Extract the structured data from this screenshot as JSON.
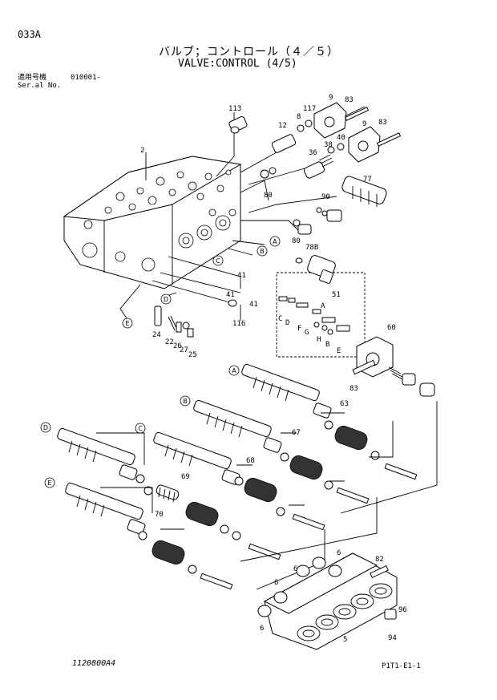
{
  "header": {
    "page_code": "033A",
    "title_jp": "バルブ；コントロール（４／５）",
    "title_en": "VALVE:CONTROL (4/5)",
    "serial_label_jp": "適用号機",
    "serial_label_en": "Ser.al No.",
    "serial_value": "010001-"
  },
  "footer": {
    "drawing_no": "1120800A4",
    "ref_code": "P1T1-E1-1"
  },
  "callouts": [
    {
      "id": "A",
      "label": "A"
    },
    {
      "id": "B",
      "label": "B"
    },
    {
      "id": "C",
      "label": "C"
    },
    {
      "id": "D",
      "label": "D"
    },
    {
      "id": "E",
      "label": "E"
    },
    {
      "id": "A2",
      "label": "A"
    },
    {
      "id": "B2",
      "label": "B"
    },
    {
      "id": "C2",
      "label": "C"
    },
    {
      "id": "D2",
      "label": "D"
    },
    {
      "id": "E2",
      "label": "E"
    }
  ],
  "part_numbers": [
    {
      "id": "p113",
      "label": "113"
    },
    {
      "id": "p2",
      "label": "2"
    },
    {
      "id": "p12",
      "label": "12"
    },
    {
      "id": "p8",
      "label": "8"
    },
    {
      "id": "p117",
      "label": "117"
    },
    {
      "id": "p9a",
      "label": "9"
    },
    {
      "id": "p83a",
      "label": "83"
    },
    {
      "id": "p9b",
      "label": "9"
    },
    {
      "id": "p83b",
      "label": "83"
    },
    {
      "id": "p40",
      "label": "40"
    },
    {
      "id": "p38",
      "label": "38"
    },
    {
      "id": "p36",
      "label": "36"
    },
    {
      "id": "p80a",
      "label": "80"
    },
    {
      "id": "p77",
      "label": "77"
    },
    {
      "id": "p90",
      "label": "90"
    },
    {
      "id": "p80b",
      "label": "80"
    },
    {
      "id": "p78b",
      "label": "78B"
    },
    {
      "id": "p41a",
      "label": "41"
    },
    {
      "id": "p41b",
      "label": "41"
    },
    {
      "id": "p41c",
      "label": "41"
    },
    {
      "id": "p51",
      "label": "51"
    },
    {
      "id": "p116",
      "label": "116"
    },
    {
      "id": "p24",
      "label": "24"
    },
    {
      "id": "p22",
      "label": "22"
    },
    {
      "id": "p26",
      "label": "26"
    },
    {
      "id": "p27",
      "label": "27"
    },
    {
      "id": "p25",
      "label": "25"
    },
    {
      "id": "p60",
      "label": "60"
    },
    {
      "id": "p83c",
      "label": "83"
    },
    {
      "id": "p63",
      "label": "63"
    },
    {
      "id": "p67",
      "label": "67"
    },
    {
      "id": "p68",
      "label": "68"
    },
    {
      "id": "p69",
      "label": "69"
    },
    {
      "id": "p70",
      "label": "70"
    },
    {
      "id": "p82",
      "label": "82"
    },
    {
      "id": "p6a",
      "label": "6"
    },
    {
      "id": "p6b",
      "label": "6"
    },
    {
      "id": "p6c",
      "label": "6"
    },
    {
      "id": "p6d",
      "label": "6"
    },
    {
      "id": "p96",
      "label": "96"
    },
    {
      "id": "p94",
      "label": "94"
    },
    {
      "id": "p5",
      "label": "5"
    }
  ],
  "sub_letters": [
    {
      "id": "sA",
      "label": "A"
    },
    {
      "id": "sC",
      "label": "C"
    },
    {
      "id": "sD",
      "label": "D"
    },
    {
      "id": "sF",
      "label": "F"
    },
    {
      "id": "sG",
      "label": "G"
    },
    {
      "id": "sH",
      "label": "H"
    },
    {
      "id": "sB",
      "label": "B"
    },
    {
      "id": "sE",
      "label": "E"
    }
  ]
}
